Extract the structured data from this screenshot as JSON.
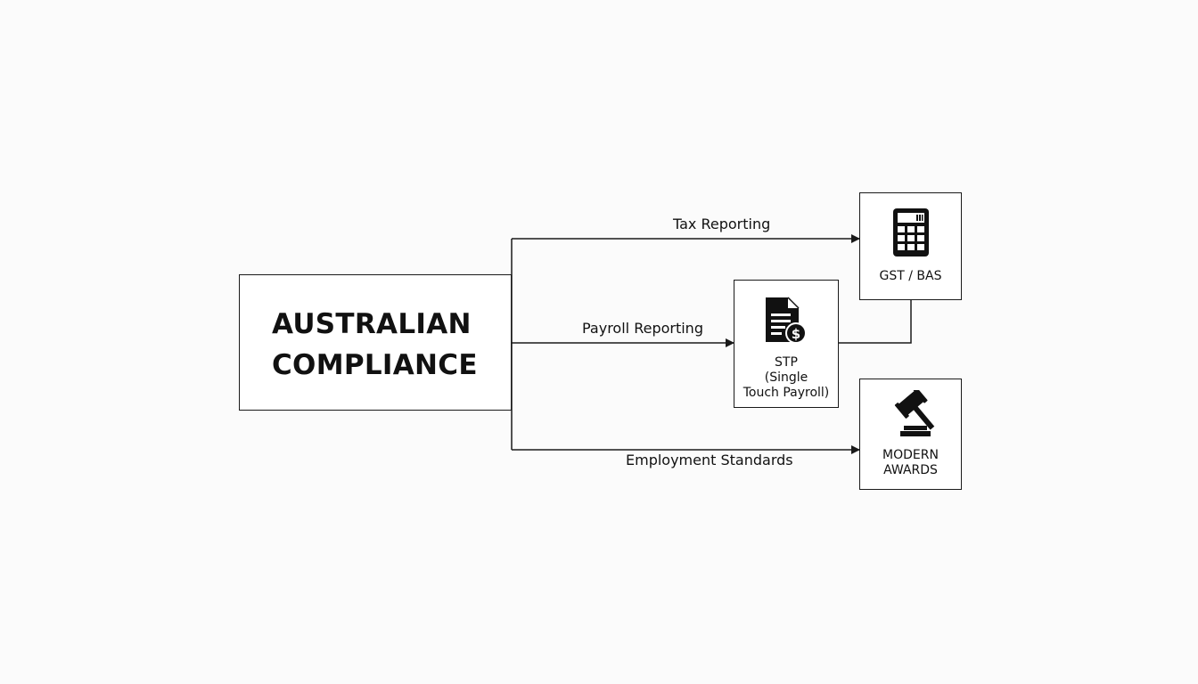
{
  "main": {
    "line1": "AUSTRALIAN",
    "line2": "COMPLIANCE"
  },
  "edges": {
    "tax": "Tax Reporting",
    "payroll": "Payroll Reporting",
    "employment": "Employment Standards"
  },
  "nodes": {
    "gst": {
      "label": "GST / BAS",
      "icon": "calculator-icon"
    },
    "stp": {
      "line1": "STP",
      "line2": "(Single",
      "line3": "Touch Payroll)",
      "icon": "payroll-document-icon"
    },
    "awards": {
      "line1": "MODERN",
      "line2": "AWARDS",
      "icon": "gavel-icon"
    }
  },
  "colors": {
    "stroke": "#1a1a1a",
    "background": "#fbfbfb",
    "box_fill": "#ffffff"
  }
}
